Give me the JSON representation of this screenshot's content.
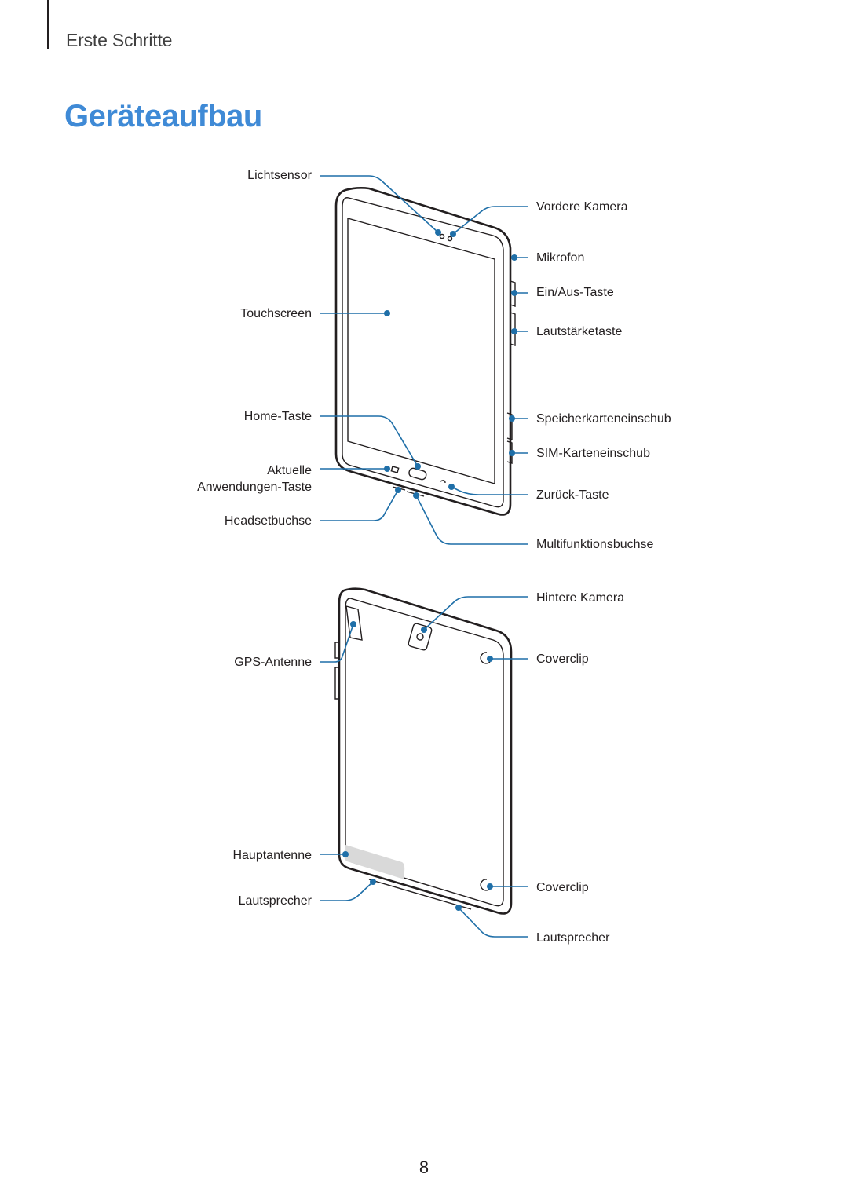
{
  "header": {
    "section_title": "Erste Schritte",
    "page_heading": "Geräteaufbau"
  },
  "front_view": {
    "labels": {
      "light_sensor": "Lichtsensor",
      "touchscreen": "Touchscreen",
      "home_key": "Home-Taste",
      "recent_apps_line1": "Aktuelle",
      "recent_apps_line2": "Anwendungen-Taste",
      "headset_jack": "Headsetbuchse",
      "front_camera": "Vordere Kamera",
      "microphone": "Mikrofon",
      "power_key": "Ein/Aus-Taste",
      "volume_key": "Lautstärketaste",
      "memory_card_slot": "Speicherkarteneinschub",
      "sim_card_slot": "SIM-Karteneinschub",
      "back_key": "Zurück-Taste",
      "multipurpose_jack": "Multifunktionsbuchse"
    }
  },
  "back_view": {
    "labels": {
      "gps_antenna": "GPS-Antenne",
      "main_antenna": "Hauptantenne",
      "speaker_left": "Lautsprecher",
      "rear_camera": "Hintere Kamera",
      "cover_clip_top": "Coverclip",
      "cover_clip_bottom": "Coverclip",
      "speaker_right": "Lautsprecher"
    }
  },
  "footer": {
    "page_number": "8"
  },
  "colors": {
    "heading": "#3f8ad6",
    "callout": "#1f6fa8",
    "text": "#231f20"
  }
}
